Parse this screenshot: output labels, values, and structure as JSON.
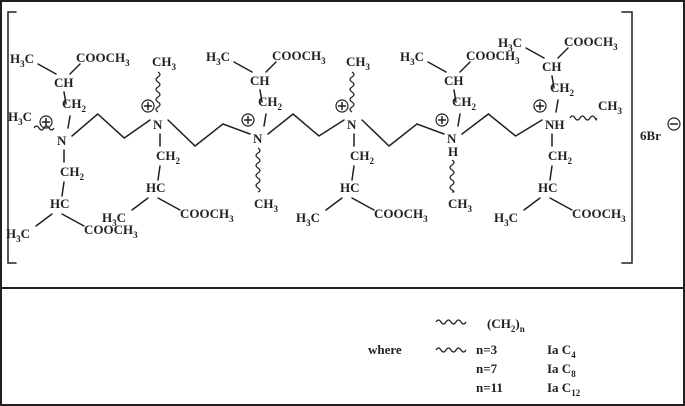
{
  "colors": {
    "ink": "#231f20",
    "background": "#ffffff"
  },
  "labels": {
    "H3C": "H3C",
    "H": "H",
    "C": "C",
    "3": "3",
    "COOCH": "COOCH",
    "CH": "CH",
    "HC": "HC",
    "CH2": "CH",
    "two": "2",
    "N": "N",
    "NH": "NH",
    "plus": "+",
    "counterion": "6Br",
    "minus": "−"
  },
  "legend": {
    "unit_open": "(CH",
    "unit_sub2": "2",
    "unit_close": ")",
    "unit_n": "n",
    "where": "where",
    "rows": [
      {
        "n": "n=3",
        "compound": "Ia C",
        "sub": "4"
      },
      {
        "n": "n=7",
        "compound": "Ia C",
        "sub": "8"
      },
      {
        "n": "n=11",
        "compound": "Ia C",
        "sub": "12"
      }
    ]
  }
}
